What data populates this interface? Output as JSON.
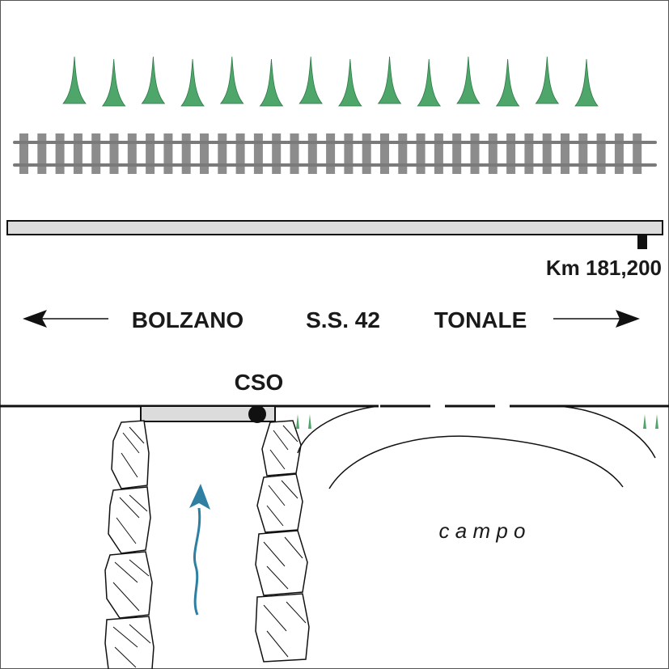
{
  "labels": {
    "km_marker": "Km 181,200",
    "direction_left": "BOLZANO",
    "road_name": "S.S. 42",
    "direction_right": "TONALE",
    "outlet": "CSO",
    "field": "c a m p o"
  },
  "colors": {
    "tree": "#4fa66a",
    "tree_dark": "#2e7a47",
    "rail": "#7a7a7a",
    "sleeper": "#8c8c8c",
    "road_fill": "#dcdcdc",
    "flow_arrow": "#2f7fa3",
    "ink": "#111111"
  },
  "counts": {
    "trees": 14
  }
}
